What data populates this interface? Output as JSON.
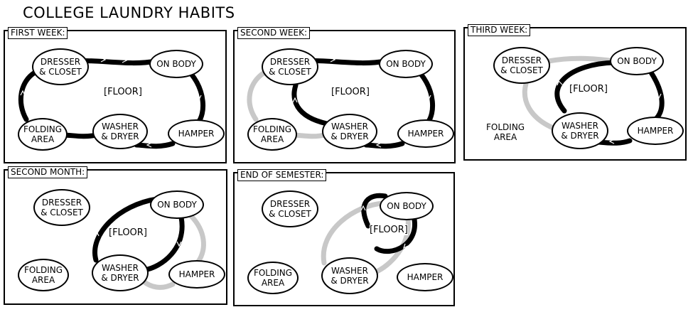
{
  "title": "COLLEGE LAUNDRY HABITS",
  "labels": {
    "dresser": "DRESSER\n& CLOSET",
    "on_body": "ON BODY",
    "floor": "[FLOOR]",
    "folding": "FOLDING\nAREA",
    "washer": "WASHER\n& DRYER",
    "hamper": "HAMPER"
  },
  "panels": [
    {
      "id": "first-week",
      "title": "FIRST WEEK:",
      "active": [
        "dresser>on_body",
        "on_body>hamper",
        "hamper>washer",
        "washer>folding",
        "folding>dresser"
      ],
      "faded": []
    },
    {
      "id": "second-week",
      "title": "SECOND WEEK:",
      "active": [
        "dresser>on_body",
        "on_body>hamper",
        "hamper>washer",
        "washer>dresser"
      ],
      "faded": [
        "washer>folding",
        "folding>dresser"
      ]
    },
    {
      "id": "third-week",
      "title": "THIRD WEEK:",
      "active": [
        "washer>on_body",
        "on_body>hamper",
        "hamper>washer"
      ],
      "faded": [
        "washer>dresser",
        "dresser>on_body"
      ]
    },
    {
      "id": "second-month",
      "title": "SECOND MONTH:",
      "active": [
        "washer>on_body",
        "on_body>washer"
      ],
      "faded": [
        "on_body>hamper",
        "hamper>washer"
      ]
    },
    {
      "id": "end-of-semester",
      "title": "END OF SEMESTER:",
      "active": [
        "floor>on_body",
        "on_body>floor"
      ],
      "faded": [
        "washer>on_body",
        "on_body>washer"
      ]
    }
  ],
  "colors": {
    "active": "#000000",
    "faded": "#c8c8c8",
    "line": "#000000",
    "background": "#ffffff"
  }
}
